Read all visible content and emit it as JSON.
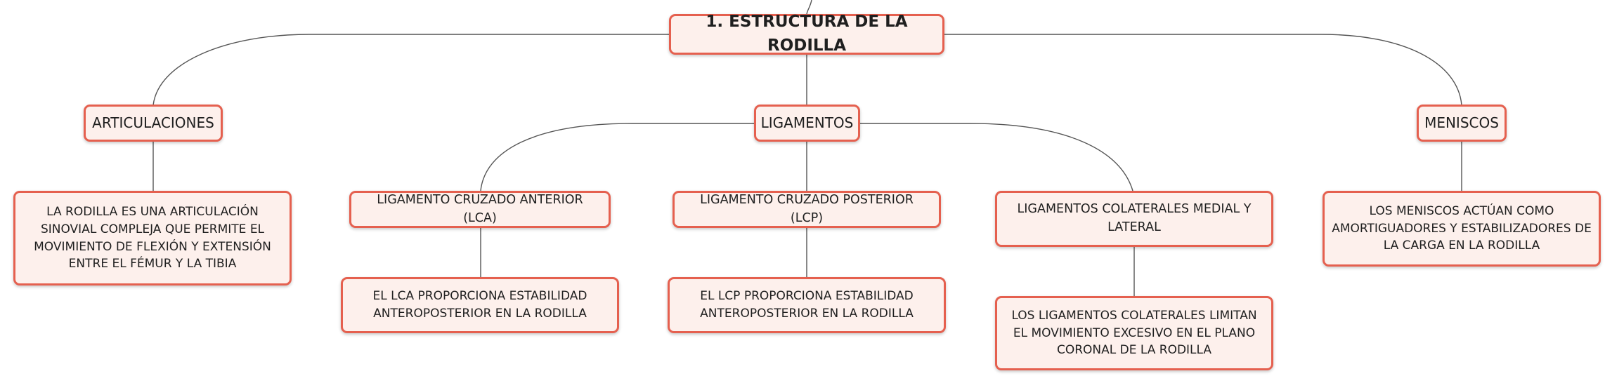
{
  "root": "1. ESTRUCTURA DE LA RODILLA",
  "topics": [
    "ARTICULACIONES",
    "LIGAMENTOS",
    "MENISCOS"
  ],
  "subtopics": [
    "LIGAMENTO CRUZADO ANTERIOR (LCA)",
    "LIGAMENTO CRUZADO POSTERIOR (LCP)",
    "LIGAMENTOS COLATERALES MEDIAL Y LATERAL"
  ],
  "details": [
    "LA RODILLA ES UNA ARTICULACIÓN SINOVIAL COMPLEJA QUE PERMITE EL MOVIMIENTO DE FLEXIÓN Y EXTENSIÓN ENTRE EL FÉMUR Y LA TIBIA",
    "EL LCA PROPORCIONA ESTABILIDAD ANTEROPOSTERIOR EN LA RODILLA",
    "EL LCP PROPORCIONA ESTABILIDAD ANTEROPOSTERIOR EN LA RODILLA",
    "LOS LIGAMENTOS COLATERALES LIMITAN EL MOVIMIENTO EXCESIVO EN EL PLANO CORONAL DE LA RODILLA",
    "LOS MENISCOS ACTÚAN COMO AMORTIGUADORES Y ESTABILIZADORES DE LA CARGA EN LA RODILLA"
  ]
}
